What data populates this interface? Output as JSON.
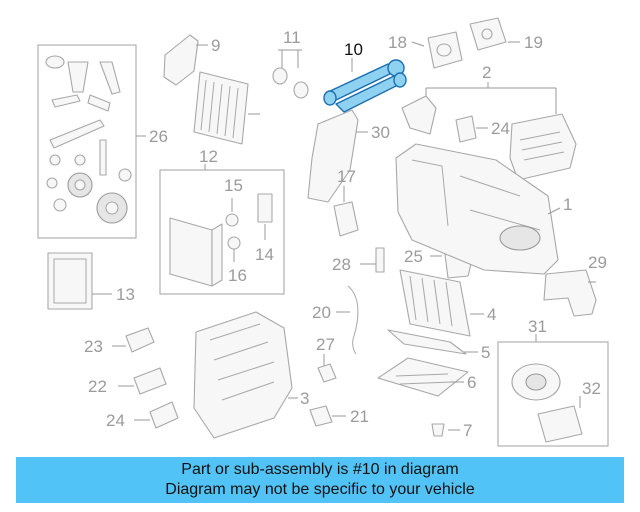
{
  "callouts": {
    "c1": "1",
    "c2": "2",
    "c3": "3",
    "c4": "4",
    "c5": "5",
    "c6": "6",
    "c7": "7",
    "c9": "9",
    "c10": "10",
    "c11": "11",
    "c12": "12",
    "c13": "13",
    "c14": "14",
    "c15": "15",
    "c16": "16",
    "c17": "17",
    "c18": "18",
    "c19": "19",
    "c20": "20",
    "c21": "21",
    "c22": "22",
    "c23": "23",
    "c24a": "24",
    "c24b": "24",
    "c25": "25",
    "c26": "26",
    "c27": "27",
    "c28": "28",
    "c29": "29",
    "c30": "30",
    "c31": "31",
    "c32": "32"
  },
  "highlighted_part": "10",
  "banner": {
    "line1": "Part or sub-assembly is #10 in diagram",
    "line2": "Diagram may not be specific to your vehicle",
    "color": "#52c3f6"
  }
}
